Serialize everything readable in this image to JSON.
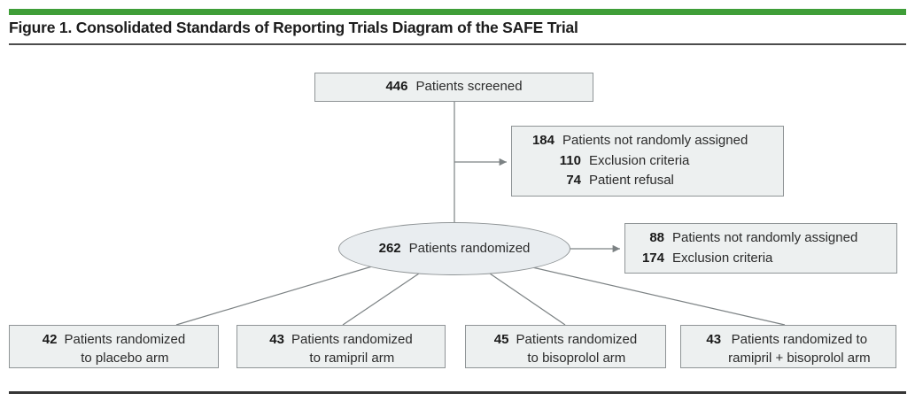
{
  "figure": {
    "title": "Figure 1. Consolidated Standards of Reporting Trials Diagram of the SAFE Trial"
  },
  "colors": {
    "accent_green": "#3f9e38",
    "box_fill": "#edf0f0",
    "ellipse_fill": "#e9edf0",
    "box_border": "#8f9496",
    "connector": "#7c8284"
  },
  "diagram": {
    "screened": {
      "num": "446",
      "text": "Patients screened"
    },
    "not_assigned_top": {
      "rows": [
        {
          "num": "184",
          "text": "Patients not randomly assigned"
        },
        {
          "num": "110",
          "text": "Exclusion criteria"
        },
        {
          "num": "74",
          "text": "Patient refusal"
        }
      ]
    },
    "randomized": {
      "num": "262",
      "text": "Patients randomized"
    },
    "not_assigned_mid": {
      "rows": [
        {
          "num": "88",
          "text": "Patients not randomly assigned"
        },
        {
          "num": "174",
          "text": "Exclusion criteria"
        }
      ]
    },
    "arms": [
      {
        "num": "42",
        "line1": "Patients randomized",
        "line2": "to placebo arm"
      },
      {
        "num": "43",
        "line1": "Patients randomized",
        "line2": "to ramipril arm"
      },
      {
        "num": "45",
        "line1": "Patients randomized",
        "line2": "to bisoprolol arm"
      },
      {
        "num": "43",
        "line1": "Patients randomized to",
        "line2": "ramipril + bisoprolol arm"
      }
    ]
  }
}
